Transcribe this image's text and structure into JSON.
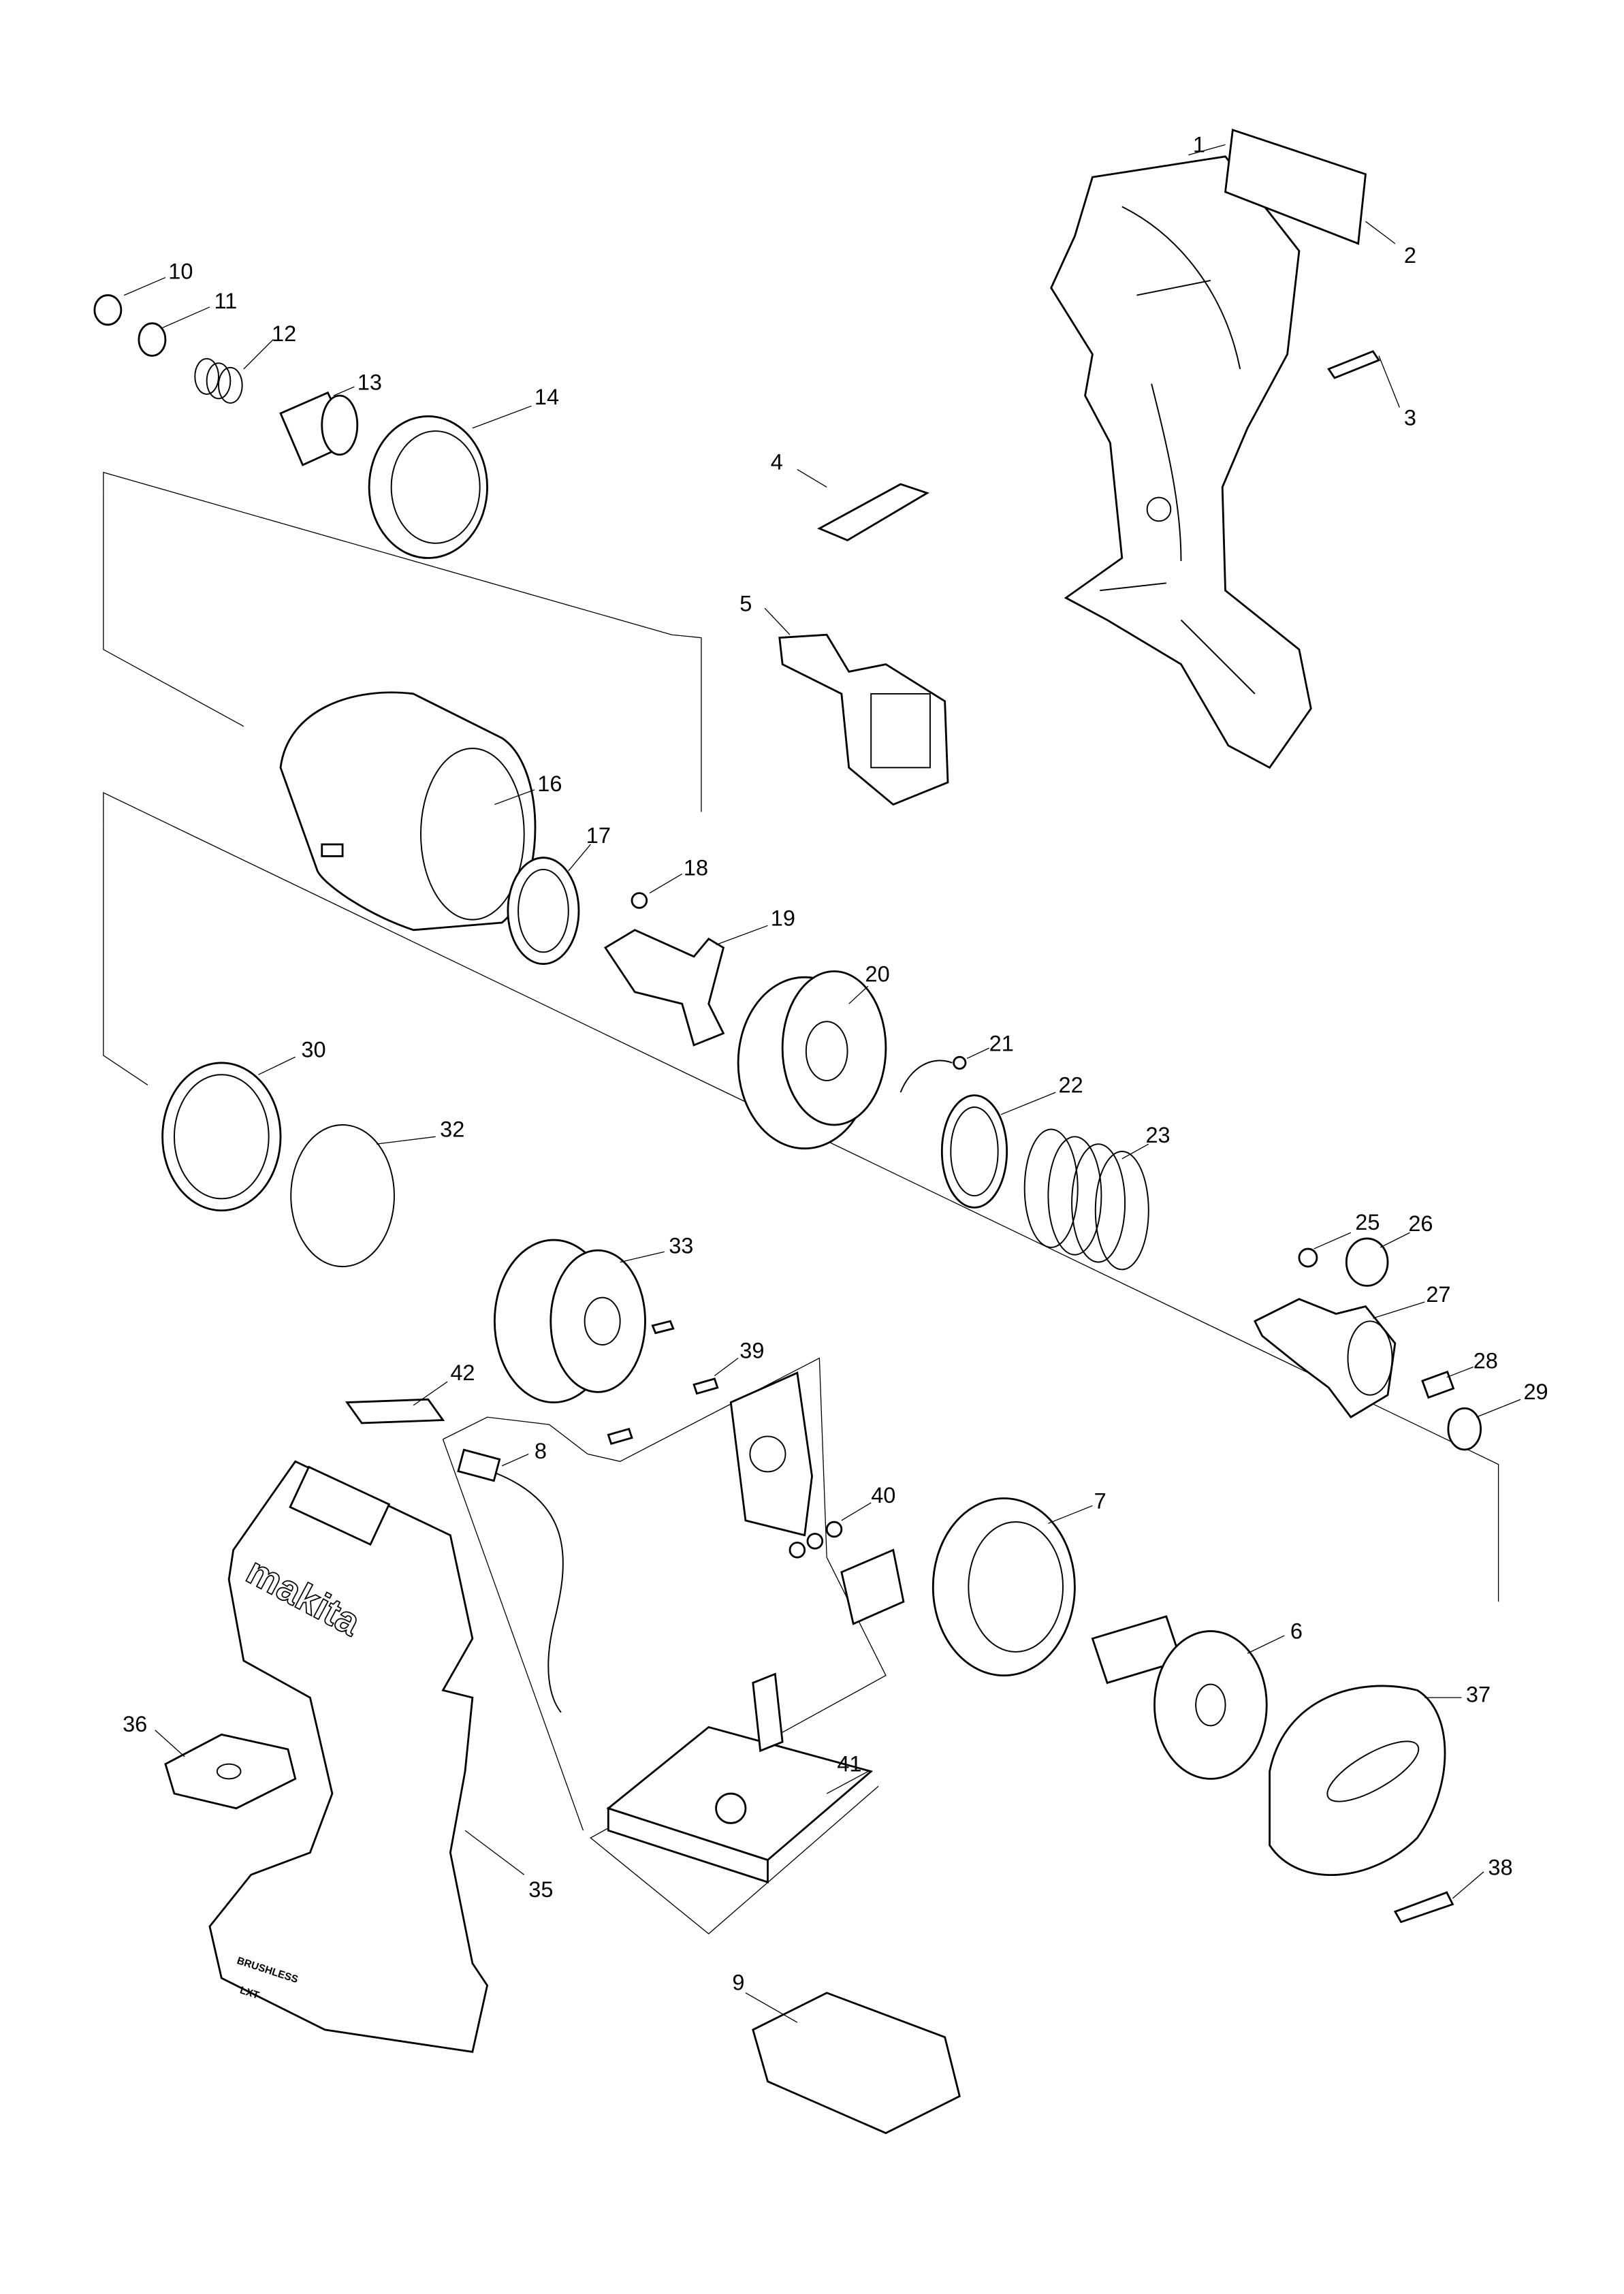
{
  "diagram": {
    "type": "exploded-parts-diagram",
    "part_labels": [
      "1",
      "2",
      "3",
      "4",
      "5",
      "6",
      "7",
      "8",
      "9",
      "10",
      "11",
      "12",
      "13",
      "14",
      "16",
      "17",
      "18",
      "19",
      "20",
      "21",
      "22",
      "23",
      "25",
      "26",
      "27",
      "28",
      "29",
      "30",
      "32",
      "33",
      "35",
      "36",
      "37",
      "38",
      "39",
      "40",
      "41",
      "42"
    ],
    "housing_logo": "makita",
    "housing_badge_brushless": "BRUSHLESS",
    "housing_badge_lxt": "LXT"
  }
}
